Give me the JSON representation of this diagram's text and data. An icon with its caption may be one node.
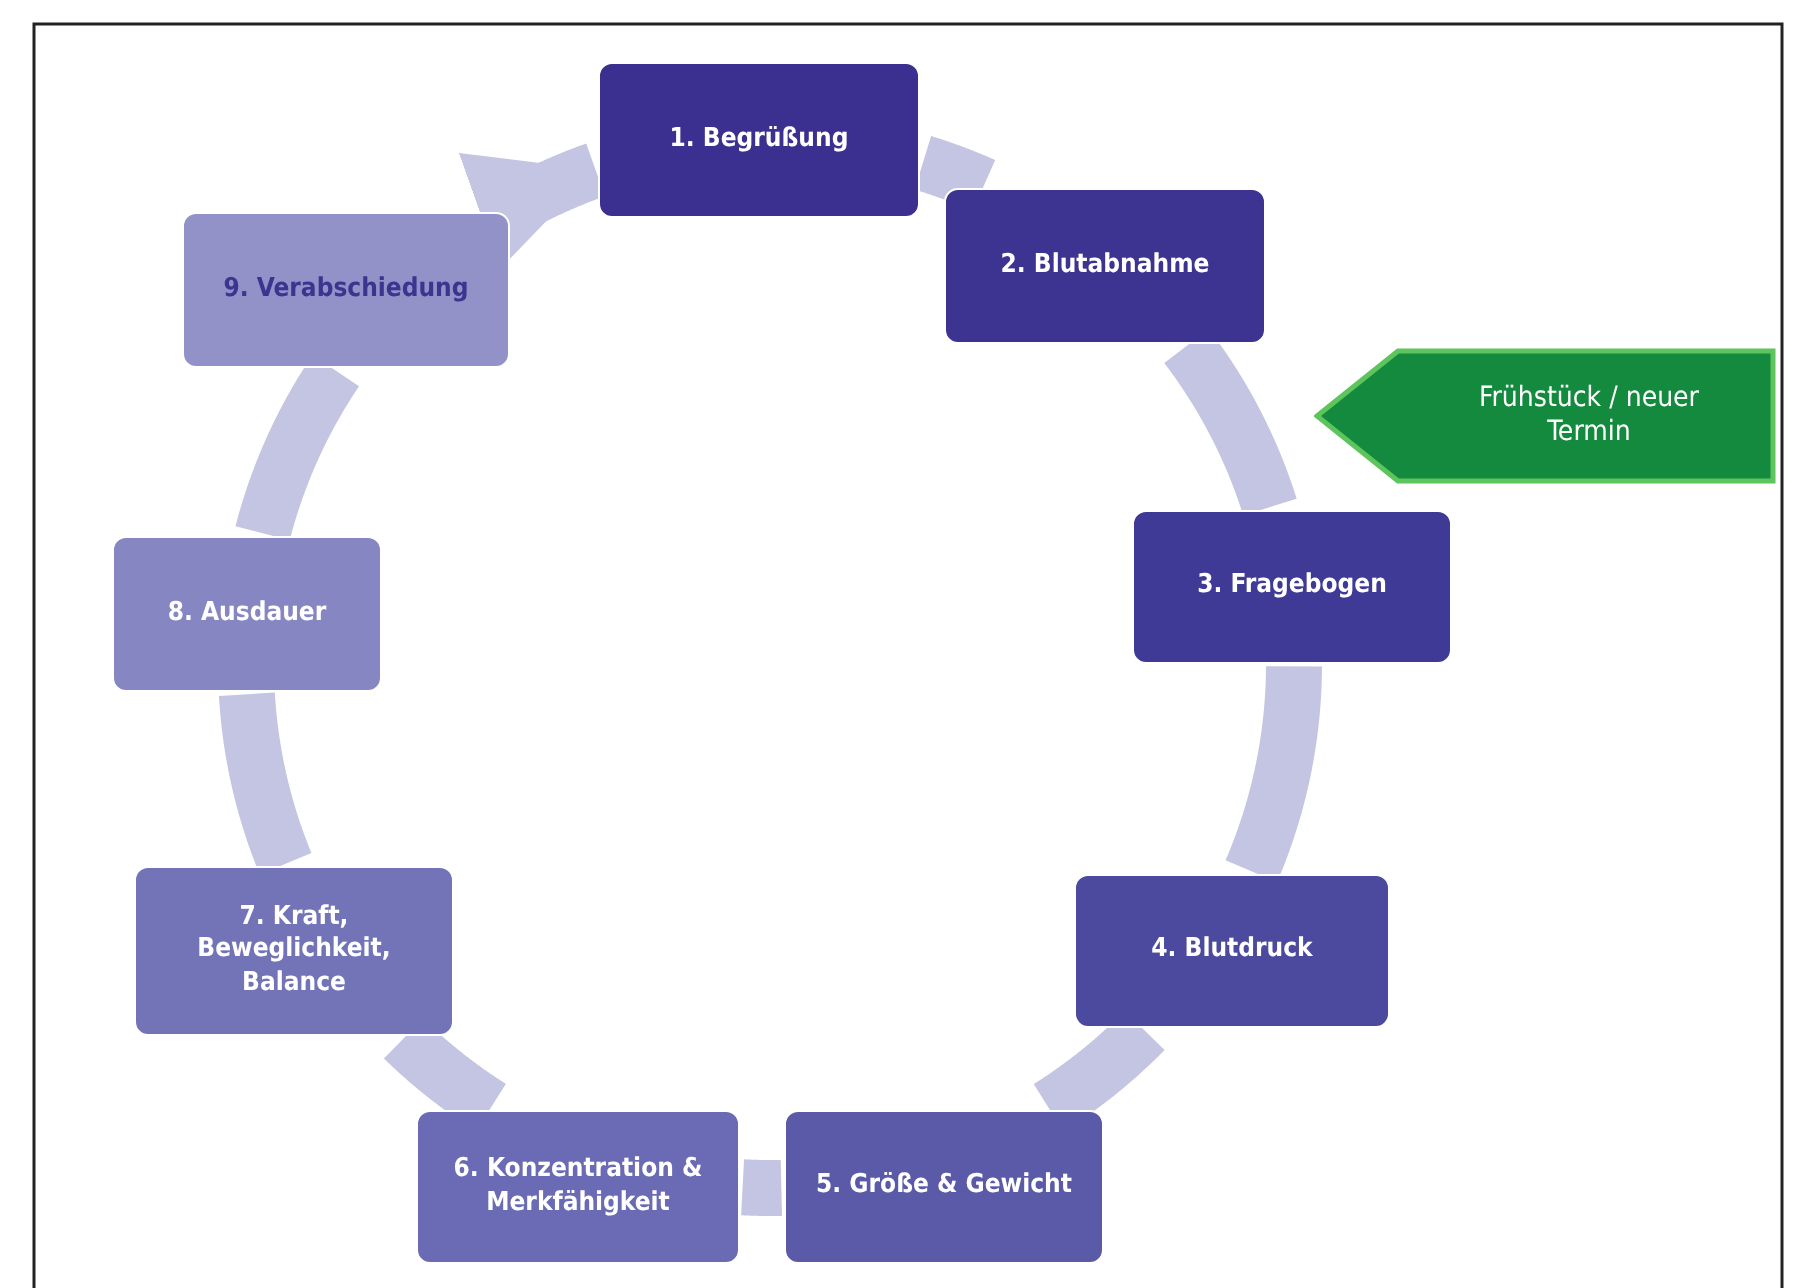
{
  "diagram": {
    "nodes": [
      {
        "text": [
          "1. Begrüßung"
        ]
      },
      {
        "text": [
          "2. Blutabnahme"
        ]
      },
      {
        "text": [
          "3. Fragebogen"
        ]
      },
      {
        "text": [
          "4. Blutdruck"
        ]
      },
      {
        "text": [
          "5. Größe & Gewicht"
        ]
      },
      {
        "text": [
          "6. Konzentration & Merkfähigkeit"
        ]
      },
      {
        "text": [
          "7. Kraft, Beweglichkeit, Balance"
        ]
      },
      {
        "text": [
          "8. Ausdauer"
        ]
      },
      {
        "text": [
          "9. Verabschiedung"
        ]
      },
      {
        "text": [
          "Frühstück / neuer Termin"
        ]
      }
    ],
    "edges": [
      {
        "from": 0,
        "to": 1,
        "arrow": "none"
      },
      {
        "from": 1,
        "to": 2,
        "arrow": "none"
      },
      {
        "from": 2,
        "to": 3,
        "arrow": "none"
      },
      {
        "from": 3,
        "to": 4,
        "arrow": "none"
      },
      {
        "from": 4,
        "to": 5,
        "arrow": "none"
      },
      {
        "from": 5,
        "to": 6,
        "arrow": "none"
      },
      {
        "from": 6,
        "to": 7,
        "arrow": "none"
      },
      {
        "from": 7,
        "to": 8,
        "arrow": "none"
      },
      {
        "from": 8,
        "to": 0,
        "arrow": "to"
      }
    ]
  }
}
